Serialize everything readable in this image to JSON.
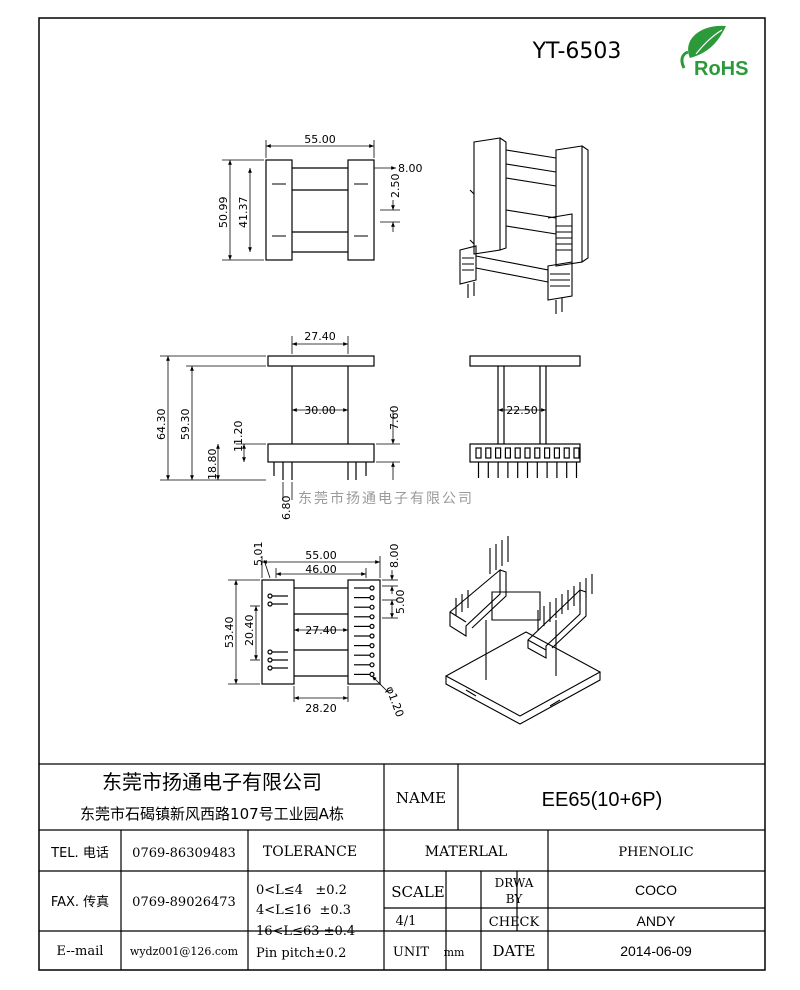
{
  "header": {
    "model": "YT-6503",
    "rohs": "RoHS"
  },
  "watermark": "东莞市扬通电子有限公司",
  "dims": {
    "top": [
      "55.00",
      "8.00",
      "2.50",
      "50.99",
      "41.37"
    ],
    "side": [
      "27.40",
      "64.30",
      "59.30",
      "30.00",
      "7.60",
      "11.20",
      "18.80",
      "6.80"
    ],
    "end": [
      "22.50"
    ],
    "bottom": [
      "5.01",
      "55.00",
      "8.00",
      "46.00",
      "5.00",
      "53.40",
      "20.40",
      "27.40",
      "28.20",
      "φ1.20"
    ]
  },
  "title_block": {
    "company": "东莞市扬通电子有限公司",
    "address": "东莞市石碣镇新风西路107号工业园A栋",
    "name_label": "NAME",
    "name_value": "EE65(10+6P)",
    "tel_label": "TEL. 电话",
    "tel_value": "0769-86309483",
    "fax_label": "FAX. 传真",
    "fax_value": "0769-89026473",
    "email_label": "E--mail",
    "email_value": "wydz001@126.com",
    "tolerance_label": "TOLERANCE",
    "tol_1": "0<L≤4   ±0.2",
    "tol_2": "4<L≤16  ±0.3",
    "tol_3": "16<L≤63 ±0.4",
    "tol_4": "Pin pitch±0.2",
    "material_label": "MATERLAL",
    "material_value": "PHENOLIC",
    "scale_label": "SCALE",
    "scale_value": "4/1",
    "drawn_label_1": "DRWA",
    "drawn_label_2": "BY",
    "drawn_value": "COCO",
    "check_label": "CHECK",
    "check_value": "ANDY",
    "unit_label": "UNIT",
    "unit_value": "mm",
    "date_label": "DATE",
    "date_value": "2014-06-09"
  }
}
